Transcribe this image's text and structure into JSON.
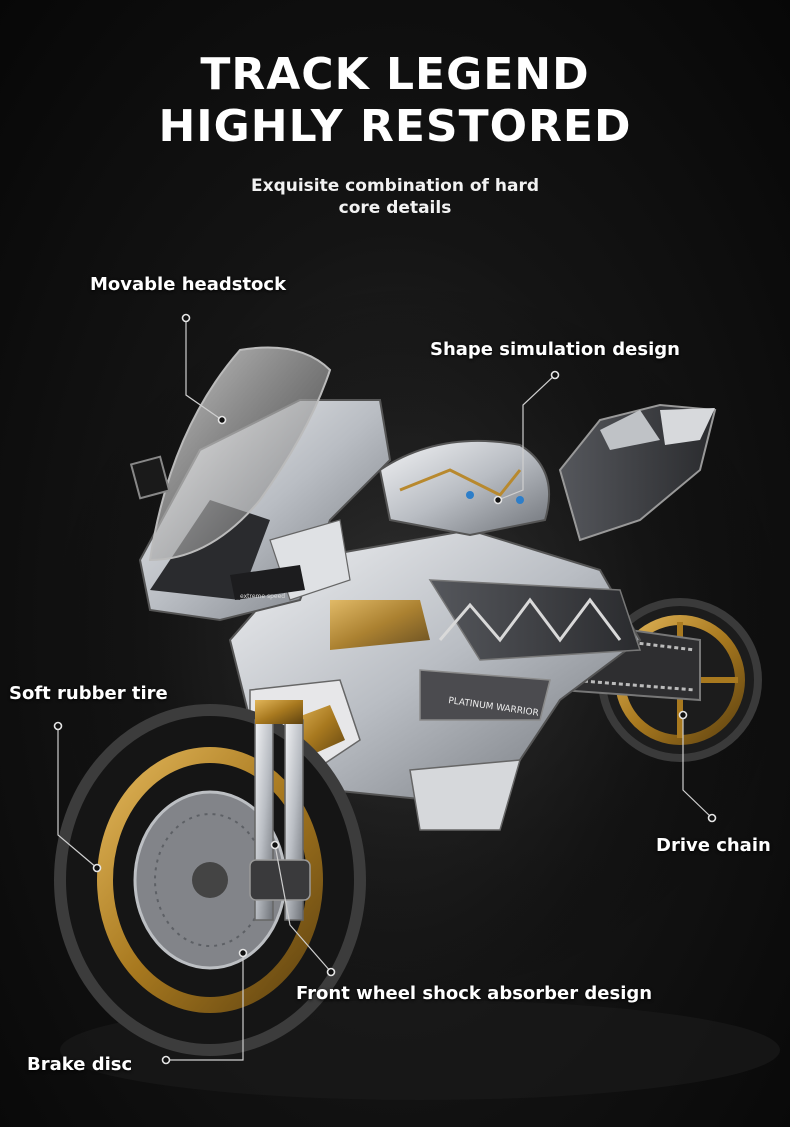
{
  "headline": {
    "line1": "TRACK LEGEND",
    "line2": "HIGHLY RESTORED"
  },
  "tagline": {
    "line1": "Exquisite combination of hard",
    "line2": "core details"
  },
  "callouts": {
    "headstock": "Movable headstock",
    "shape": "Shape simulation design",
    "tire": "Soft rubber tire",
    "chain": "Drive chain",
    "shock": "Front wheel shock absorber design",
    "brake": "Brake disc"
  },
  "decals": {
    "side_panel": "PLATINUM WARRIOR",
    "nose": "extreme speed"
  },
  "colors": {
    "background": "#0b0b0b",
    "gold": "#b8892e",
    "silver": "#c9cdd2",
    "dark_panel": "#3a3a3e"
  }
}
